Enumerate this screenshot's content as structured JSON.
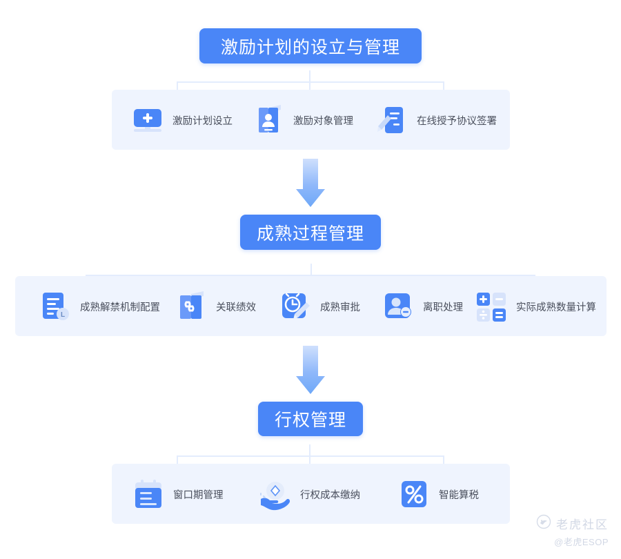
{
  "diagram": {
    "title_flow": "激励计划的设立与管理 → 成熟过程管理 → 行权管理",
    "sections": [
      {
        "id": "incentive-plan-setup",
        "title": "激励计划的设立与管理",
        "items": [
          {
            "icon": "monitor-plus-icon",
            "label": "激励计划设立"
          },
          {
            "icon": "id-card-person-icon",
            "label": "激励对象管理"
          },
          {
            "icon": "document-pen-icon",
            "label": "在线授予协议签署"
          }
        ]
      },
      {
        "id": "vesting-process-management",
        "title": "成熟过程管理",
        "items": [
          {
            "icon": "document-clock-icon",
            "label": "成熟解禁机制配置"
          },
          {
            "icon": "folder-link-icon",
            "label": "关联绩效"
          },
          {
            "icon": "clock-pen-icon",
            "label": "成熟审批"
          },
          {
            "icon": "person-minus-icon",
            "label": "离职处理"
          },
          {
            "icon": "calculator-icon",
            "label": "实际成熟数量计算"
          }
        ]
      },
      {
        "id": "exercise-management",
        "title": "行权管理",
        "items": [
          {
            "icon": "calendar-icon",
            "label": "窗口期管理"
          },
          {
            "icon": "hand-diamond-icon",
            "label": "行权成本缴纳"
          },
          {
            "icon": "percent-icon",
            "label": "智能算税"
          }
        ]
      }
    ],
    "arrows": [
      {
        "name": "arrow-plan-to-vesting",
        "direction": "down"
      },
      {
        "name": "arrow-vesting-to-exercise",
        "direction": "down"
      }
    ]
  },
  "watermark": {
    "logo_icon": "tiger-community-logo-icon",
    "title": "老虎社区",
    "handle": "@老虎ESOP"
  },
  "colors": {
    "pill_bg": "#4a86f7",
    "pill_text": "#ffffff",
    "panel_bg": "#eff4fe",
    "connector": "#e3ecfd",
    "icon_primary": "#4a86f7",
    "icon_secondary": "#d7e3fb",
    "label_text": "#4a4f5c",
    "arrow_top": "#9dc1fb",
    "arrow_bottom": "#6ea8f8",
    "watermark_text": "#d2d8e5",
    "page_bg": "#ffffff"
  }
}
